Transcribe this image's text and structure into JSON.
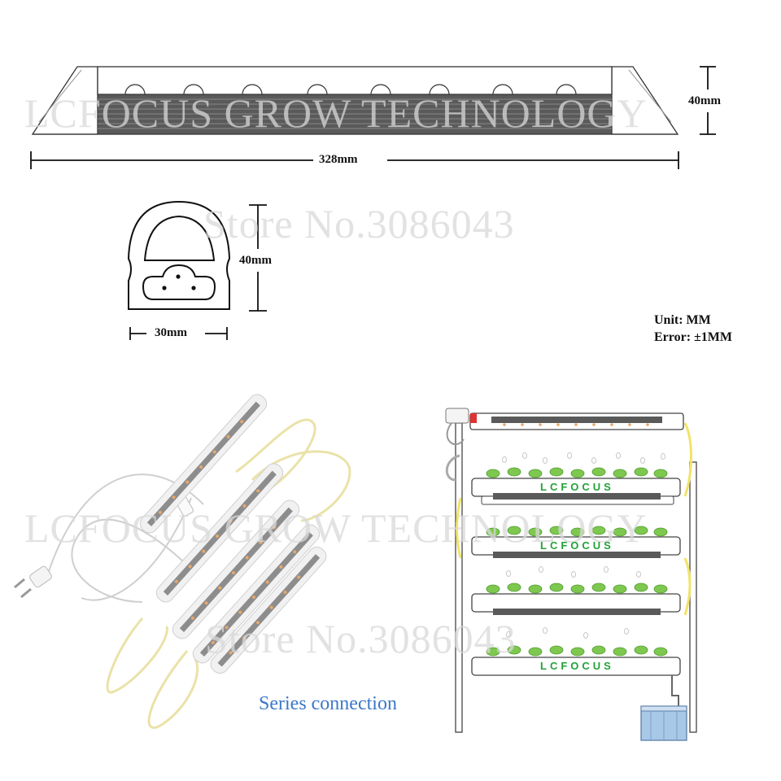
{
  "watermarks": {
    "company": "LCFOCUS GROW TECHNOLOGY",
    "store": "Store No.3086043"
  },
  "dimensions": {
    "length": "328mm",
    "height_side": "40mm",
    "height_profile": "40mm",
    "width_profile": "30mm"
  },
  "notes": {
    "unit": "Unit: MM",
    "error": "Error: ±1MM"
  },
  "captions": {
    "series": "Series connection"
  },
  "rack": {
    "brand_labels": [
      "LCFOCUS",
      "LCFOCUS",
      "LCFOCUS"
    ]
  },
  "colors": {
    "grow_light_stripe": "#5a5a5a",
    "led_chip": "#e8a86a",
    "caption_blue": "#3b78c8",
    "plant_green": "#7ec850",
    "brand_green": "#23a23a",
    "wire_yellow": "#f2e36a",
    "tank_blue": "#a8c8e8"
  }
}
